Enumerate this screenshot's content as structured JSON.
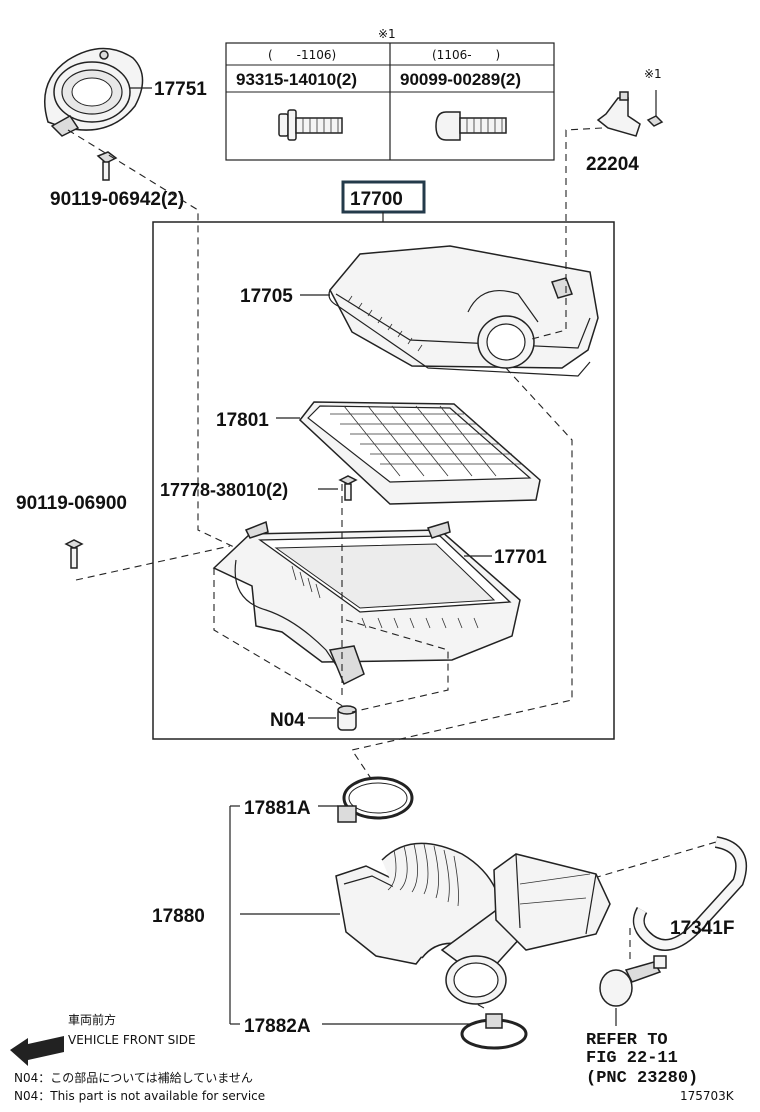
{
  "table": {
    "note_mark": "※1",
    "col1_period": "(　　-1106)",
    "col2_period": "(1106-　　)",
    "col1_part": "93315-14010(2)",
    "col2_part": "90099-00289(2)"
  },
  "labels": {
    "p17751": "17751",
    "p90119_06942": "90119-06942(2)",
    "p22204_mark": "※1",
    "p22204": "22204",
    "p17700": "17700",
    "p17705": "17705",
    "p17801": "17801",
    "p17778": "17778-38010(2)",
    "p90119_06900": "90119-06900",
    "p17701": "17701",
    "pN04": "N04",
    "p17881A": "17881A",
    "p17880": "17880",
    "p17882A": "17882A",
    "p17341F": "17341F"
  },
  "refer": {
    "line1": "REFER TO",
    "line2": "FIG 22-11",
    "line3": "(PNC 23280)"
  },
  "direction": {
    "jp": "車両前方",
    "en": "VEHICLE FRONT SIDE",
    "icon": "arrow-left-icon"
  },
  "notes": {
    "jp": "N04：この部品については補給していません",
    "en": "N04：This part is not available for service"
  },
  "figure_code": "175703K"
}
